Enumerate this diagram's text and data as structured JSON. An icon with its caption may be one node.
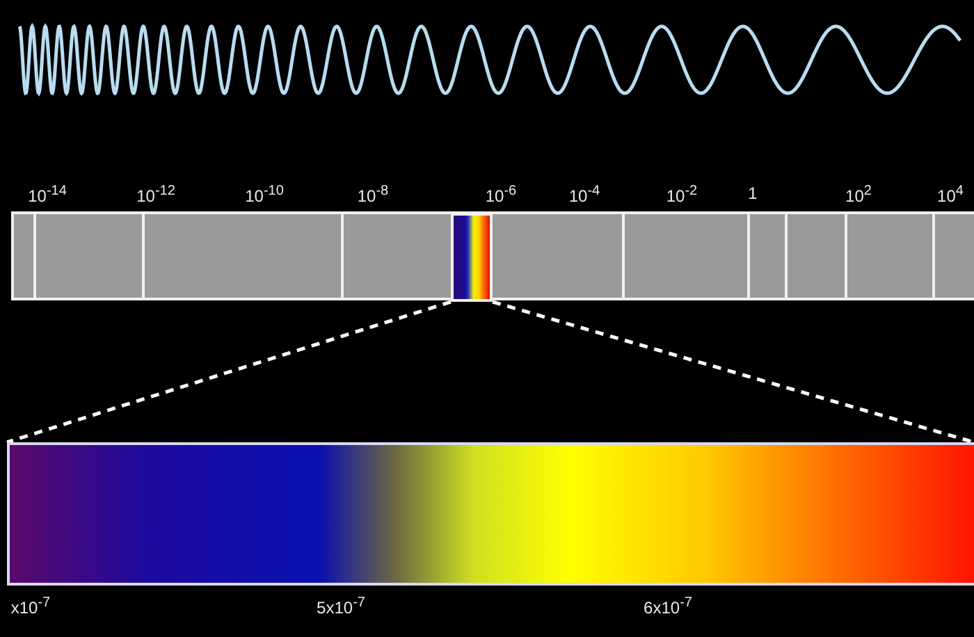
{
  "diagram": {
    "nodes": [
      {
        "text": [],
        "shape": "bar"
      },
      {
        "text": [],
        "shape": "bar",
        "in": 0
      },
      {
        "text": [],
        "shape": "bar"
      }
    ],
    "edges": [
      {
        "from": 1,
        "to": 2,
        "arrow": "none",
        "style": "dashed"
      },
      {
        "from": 1,
        "to": 2,
        "arrow": "none",
        "style": "dashed"
      }
    ],
    "labels": [
      "10$^{-14}$",
      "10$^{-12}$",
      "10$^{-10}$",
      "10$^{-8}$",
      "10$^{-6}$",
      "10$^{-4}$",
      "10$^{-2}$",
      "1",
      "10$^{2}$",
      "10$^{4}$",
      "x10$^{-7}$",
      "5x10$^{-7}$",
      "6x10$^{-7}$"
    ]
  }
}
